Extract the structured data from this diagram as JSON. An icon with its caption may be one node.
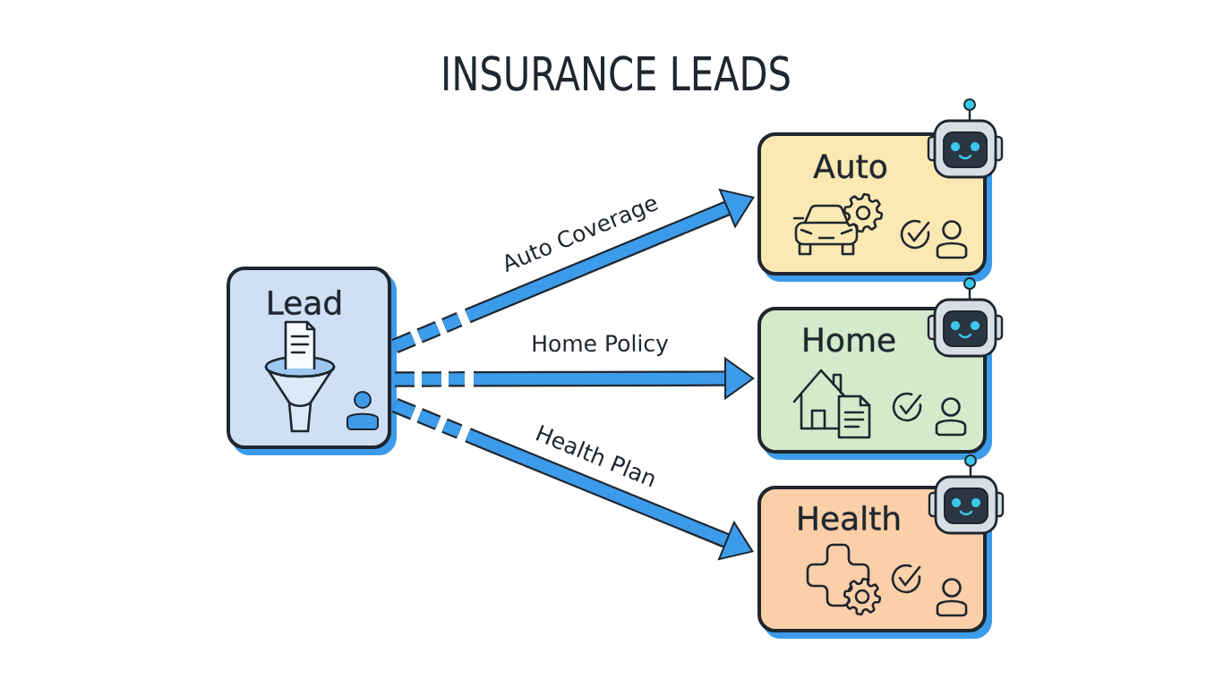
{
  "diagram": {
    "title": "INSURANCE LEADS",
    "nodes": [
      {
        "text": [
          "Lead"
        ]
      },
      {
        "text": [
          "Auto"
        ]
      },
      {
        "text": [
          "Home"
        ]
      },
      {
        "text": [
          "Health"
        ]
      }
    ],
    "edges": [
      {
        "from": 0,
        "to": 1,
        "arrow": "to",
        "label": "Auto Coverage"
      },
      {
        "from": 0,
        "to": 2,
        "arrow": "to",
        "label": "Home Policy"
      },
      {
        "from": 0,
        "to": 3,
        "arrow": "to",
        "label": "Health Plan"
      }
    ]
  }
}
